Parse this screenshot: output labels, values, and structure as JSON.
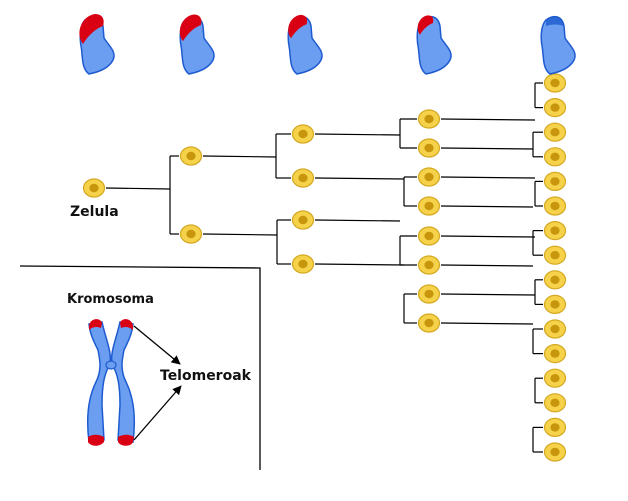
{
  "labels": {
    "cell": "Zelula",
    "chromosome": "Kromosoma",
    "telomeres": "Telomeroak"
  },
  "colors": {
    "cell_fill": "#f5d24a",
    "cell_stroke": "#d4a820",
    "cell_nucleus": "#c8960c",
    "chromosome_fill": "#6b9ef0",
    "chromosome_stroke": "#1e5bd0",
    "telomere": "#d90013",
    "line": "#000000"
  },
  "generations": 5,
  "telomere_levels": [
    1.0,
    0.8,
    0.6,
    0.35,
    0.0
  ]
}
